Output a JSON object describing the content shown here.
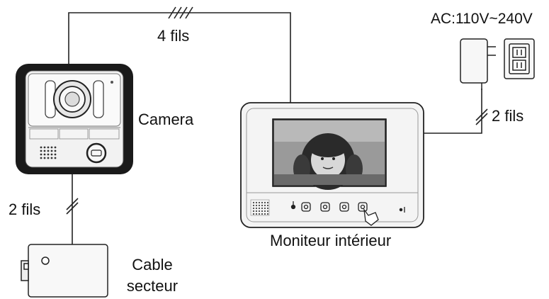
{
  "labels": {
    "power_supply": "AC:110V~240V",
    "camera_to_monitor_wires": "4 fils",
    "camera": "Camera",
    "monitor_power_wires": "2 fils",
    "camera_to_box_wires": "2 fils",
    "indoor_monitor": "Moniteur intérieur",
    "box_label_line1": "Cable",
    "box_label_line2": "secteur"
  },
  "colors": {
    "line": "#222222",
    "device_body": "#f4f4f4",
    "camera_frame": "#1a1a1a",
    "screen": "#444444"
  }
}
